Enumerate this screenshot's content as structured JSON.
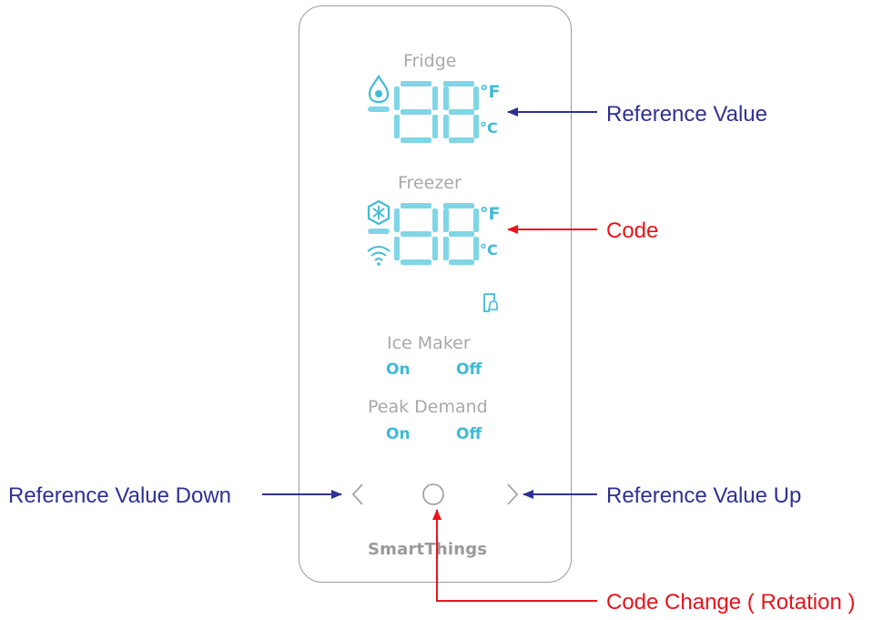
{
  "colors": {
    "digit": "#7fd6e6",
    "icon": "#3fbbd6",
    "panel_border": "#9a9a9a",
    "label": "#a8a8a8",
    "callout_navy": "#2e3192",
    "callout_red": "#e8141b"
  },
  "panel": {
    "fridge": {
      "title": "Fridge",
      "icon": "water-drop-icon",
      "digits": "88",
      "unit_f": "°F",
      "unit_c": "°C"
    },
    "freezer": {
      "title": "Freezer",
      "icons": [
        "snowflake-hexagon-icon",
        "wifi-icon"
      ],
      "digits": "88",
      "unit_f": "°F",
      "unit_c": "°C"
    },
    "door_alarm_icon": "door-alarm-icon",
    "ice_maker": {
      "title": "Ice Maker",
      "on": "On",
      "off": "Off"
    },
    "peak_demand": {
      "title": "Peak Demand",
      "on": "On",
      "off": "Off"
    },
    "controls": {
      "left": "chevron-left-icon",
      "center": "circle-button-icon",
      "right": "chevron-right-icon"
    },
    "brand": "SmartThings"
  },
  "callouts": {
    "reference_value": "Reference Value",
    "code": "Code",
    "reference_value_down": "Reference Value Down",
    "reference_value_up": "Reference Value Up",
    "code_change": "Code Change ( Rotation )"
  }
}
